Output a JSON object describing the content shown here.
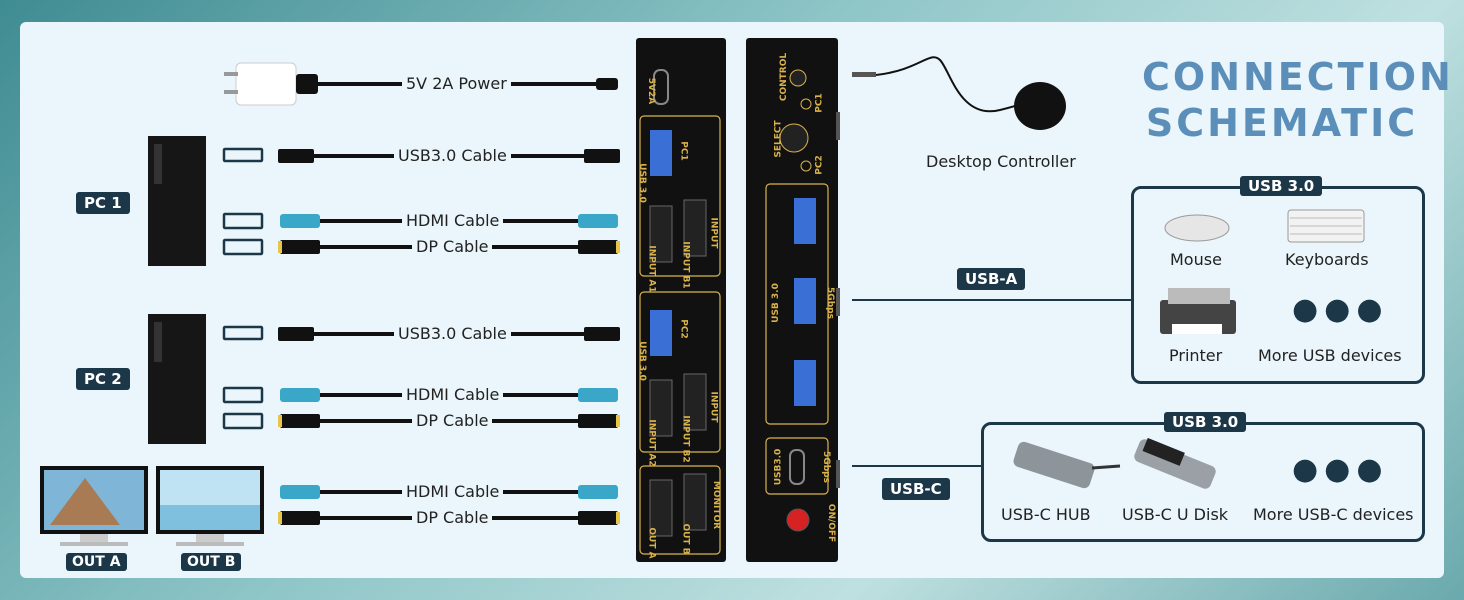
{
  "title": {
    "line1": "CONNECTION",
    "line2": "SCHEMATIC"
  },
  "pcs": [
    {
      "label": "PC 1"
    },
    {
      "label": "PC 2"
    }
  ],
  "outputs": {
    "a": "OUT A",
    "b": "OUT B"
  },
  "cables": {
    "power": "5V 2A Power",
    "usb_pc1": "USB3.0 Cable",
    "hdmi_pc1": "HDMI Cable",
    "dp_pc1": "DP Cable",
    "usb_pc2": "USB3.0 Cable",
    "hdmi_pc2": "HDMI Cable",
    "dp_pc2": "DP Cable",
    "hdmi_out": "HDMI Cable",
    "dp_out": "DP Cable"
  },
  "kvm_front": {
    "power_port": "5V2A",
    "pc1": "PC1",
    "pc2": "PC2",
    "usb30": "USB 3.0",
    "input": "INPUT",
    "input_a1": "INPUT A1",
    "input_b1": "INPUT B1",
    "input_a2": "INPUT A2",
    "input_b2": "INPUT B2",
    "monitor": "MONITOR",
    "out_a": "OUT A",
    "out_b": "OUT B"
  },
  "kvm_back": {
    "control": "CONTROL",
    "select": "SELECT",
    "pc1": "PC1",
    "pc2": "PC2",
    "usb30": "USB 3.0",
    "speed": "5Gbps",
    "usbc": "USB3.0",
    "usbc_speed": "5Gbps",
    "onoff": "ON/OFF"
  },
  "controller": {
    "label": "Desktop Controller"
  },
  "usb_a": {
    "tag": "USB-A",
    "box_tag": "USB 3.0",
    "devices": [
      "Mouse",
      "Keyboards",
      "Printer",
      "More USB devices"
    ]
  },
  "usb_c": {
    "tag": "USB-C",
    "box_tag": "USB 3.0",
    "devices": [
      "USB-C HUB",
      "USB-C U Disk",
      "More USB-C devices"
    ]
  },
  "colors": {
    "accent": "#5b8fb9",
    "dark": "#1c3747",
    "gold": "#d9b24a"
  }
}
